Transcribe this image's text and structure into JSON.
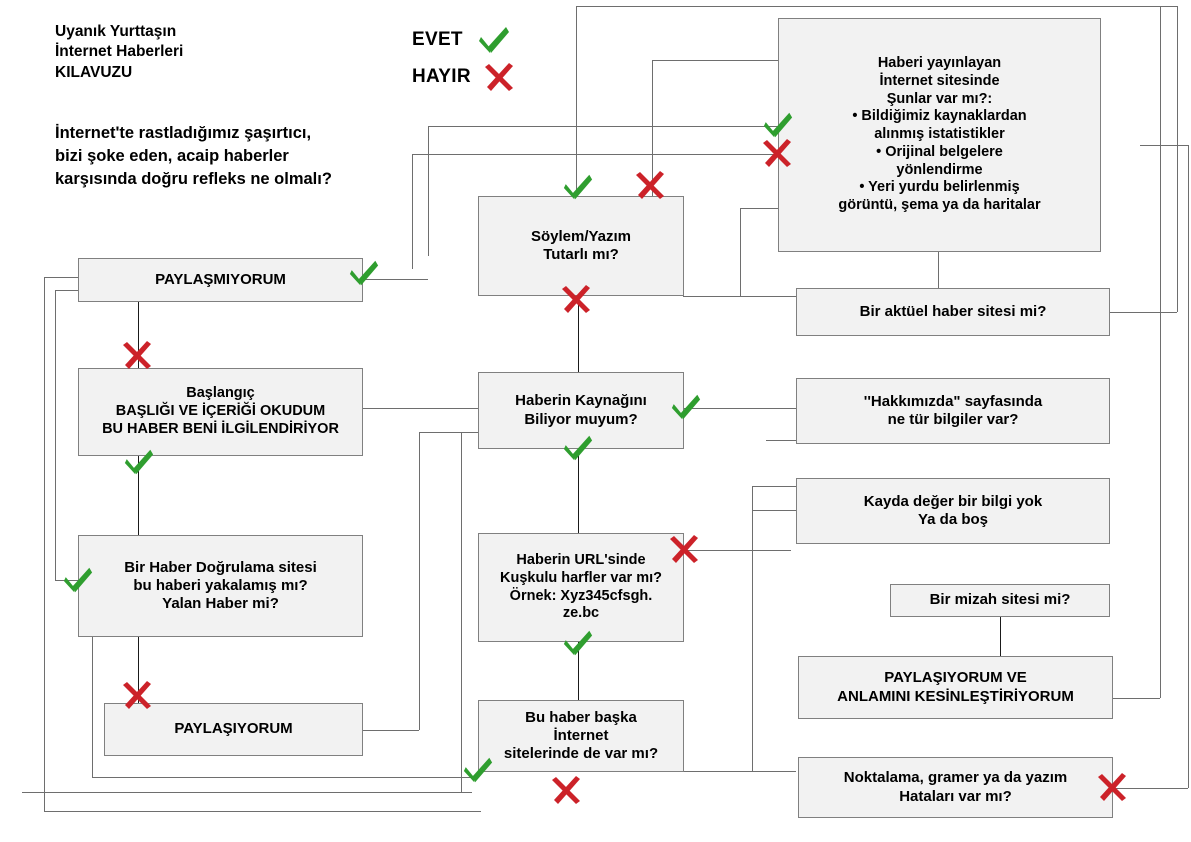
{
  "header": {
    "title": "Uyanık Yurttaşın\nİnternet Haberleri\nKILAVUZU",
    "intro": "İnternet'te rastladığımız şaşırtıcı,\nbizi şoke eden, acaip haberler\nkarşısında doğru refleks ne olmalı?"
  },
  "legend": {
    "yes_label": "EVET",
    "yes_icon": "green-check-icon",
    "no_label": "HAYIR",
    "no_icon": "red-x-icon"
  },
  "colors": {
    "yes": "#2f9e2f",
    "no": "#cc2229",
    "node_fill": "#f2f2f2",
    "node_border": "#808080",
    "connector": "#6e6e6e"
  },
  "nodes": {
    "paylasmiyorum": "PAYLAŞMIYORUM",
    "baslangic": "Başlangıç\nBAŞLIĞI VE İÇERİĞİ OKUDUM\nBU HABER BENİ İLGİLENDİRİYOR",
    "dogrulama": "Bir Haber Doğrulama sitesi\nbu haberi yakalamış mı?\nYalan Haber mi?",
    "paylasiyorum": "PAYLAŞIYORUM",
    "soylem": "Söylem/Yazım\nTutarlı mı?",
    "kaynak": "Haberin Kaynağını\nBiliyor muyum?",
    "url": "Haberin URL'sinde\nKuşkulu harfler var mı?\nÖrnek: Xyz345cfsgh.\nze.bc",
    "baska_siteler": "Bu haber başka\nİnternet\nsitelerinde de var mı?",
    "yayinlayan": "Haberi yayınlayan\nİnternet sitesinde\nŞunlar var mı?:\n• Bildiğimiz kaynaklardan\nalınmış istatistikler\n• Orijinal belgelere\nyönlendirme\n• Yeri yurdu belirlenmiş\ngörüntü, şema ya da haritalar",
    "aktuel": "Bir aktüel haber sitesi mi?",
    "hakkimizda": "''Hakkımızda\" sayfasında\nne tür bilgiler var?",
    "kayda_deger": "Kayda değer bir bilgi yok\nYa da boş",
    "mizah": "Bir mizah sitesi mi?",
    "paylasiyorum_ve": "PAYLAŞIYORUM VE\nANLAMINI KESİNLEŞTİRİYORUM",
    "noktalama": "Noktalama, gramer ya da yazım\nHataları var mı?"
  }
}
